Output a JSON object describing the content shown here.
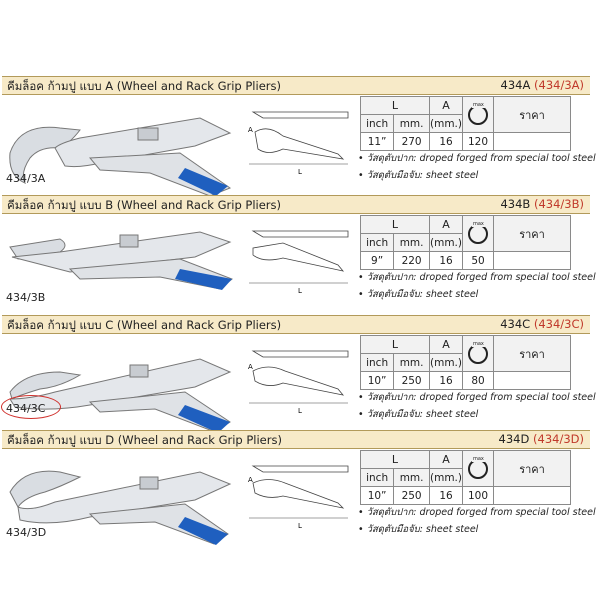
{
  "sections": [
    {
      "title": "คีมล็อค ก้ามปู แบบ A (Wheel and Rack Grip Pliers)",
      "code": "434A",
      "code_alt": "(434/3A)",
      "model": "434/3A",
      "row": {
        "inch": "11”",
        "mm": "270",
        "a": "16",
        "max": "120"
      }
    },
    {
      "title": "คีมล็อค ก้ามปู แบบ B (Wheel and Rack Grip Pliers)",
      "code": "434B",
      "code_alt": "(434/3B)",
      "model": "434/3B",
      "row": {
        "inch": "9”",
        "mm": "220",
        "a": "16",
        "max": "50"
      }
    },
    {
      "title": "คีมล็อค ก้ามปู แบบ C (Wheel and Rack Grip Pliers)",
      "code": "434C",
      "code_alt": "(434/3C)",
      "model": "434/3C",
      "row": {
        "inch": "10”",
        "mm": "250",
        "a": "16",
        "max": "80"
      }
    },
    {
      "title": "คีมล็อค ก้ามปู แบบ D (Wheel and Rack Grip Pliers)",
      "code": "434D",
      "code_alt": "(434/3D)",
      "model": "434/3D",
      "row": {
        "inch": "10”",
        "mm": "250",
        "a": "16",
        "max": "100"
      }
    }
  ],
  "table": {
    "col_l": "L",
    "col_a": "A",
    "col_price": "ราคา",
    "unit_inch": "inch",
    "unit_mm": "mm.",
    "unit_a": "(mm.)",
    "max_label": "max"
  },
  "notes": {
    "jaw": "วัสดุตับปาก: droped forged from special tool steel",
    "handle": "วัสดุตับมือจับ: sheet steel"
  },
  "diagram": {
    "label_a": "A",
    "label_l": "L"
  },
  "colors": {
    "header_bg": "#f7eac8",
    "accent": "#c0392b",
    "handle": "#1f5fbf"
  }
}
